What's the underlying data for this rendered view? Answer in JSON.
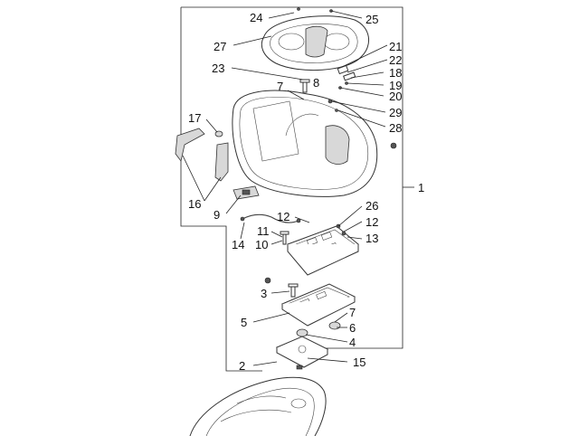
{
  "diagram": {
    "callouts": [
      {
        "id": "c1",
        "text": "1"
      },
      {
        "id": "c2",
        "text": "2"
      },
      {
        "id": "c3",
        "text": "3"
      },
      {
        "id": "c4",
        "text": "4"
      },
      {
        "id": "c5",
        "text": "5"
      },
      {
        "id": "c6",
        "text": "6"
      },
      {
        "id": "c7a",
        "text": "7"
      },
      {
        "id": "c7b",
        "text": "7"
      },
      {
        "id": "c8",
        "text": "8"
      },
      {
        "id": "c9",
        "text": "9"
      },
      {
        "id": "c10",
        "text": "10"
      },
      {
        "id": "c11",
        "text": "11"
      },
      {
        "id": "c12a",
        "text": "12"
      },
      {
        "id": "c12b",
        "text": "12"
      },
      {
        "id": "c13",
        "text": "13"
      },
      {
        "id": "c14",
        "text": "14"
      },
      {
        "id": "c15",
        "text": "15"
      },
      {
        "id": "c16",
        "text": "16"
      },
      {
        "id": "c17",
        "text": "17"
      },
      {
        "id": "c18",
        "text": "18"
      },
      {
        "id": "c19",
        "text": "19"
      },
      {
        "id": "c20",
        "text": "20"
      },
      {
        "id": "c21",
        "text": "21"
      },
      {
        "id": "c22",
        "text": "22"
      },
      {
        "id": "c23",
        "text": "23"
      },
      {
        "id": "c24",
        "text": "24"
      },
      {
        "id": "c25",
        "text": "25"
      },
      {
        "id": "c26",
        "text": "26"
      },
      {
        "id": "c27",
        "text": "27"
      },
      {
        "id": "c28",
        "text": "28"
      },
      {
        "id": "c29",
        "text": "29"
      }
    ]
  }
}
